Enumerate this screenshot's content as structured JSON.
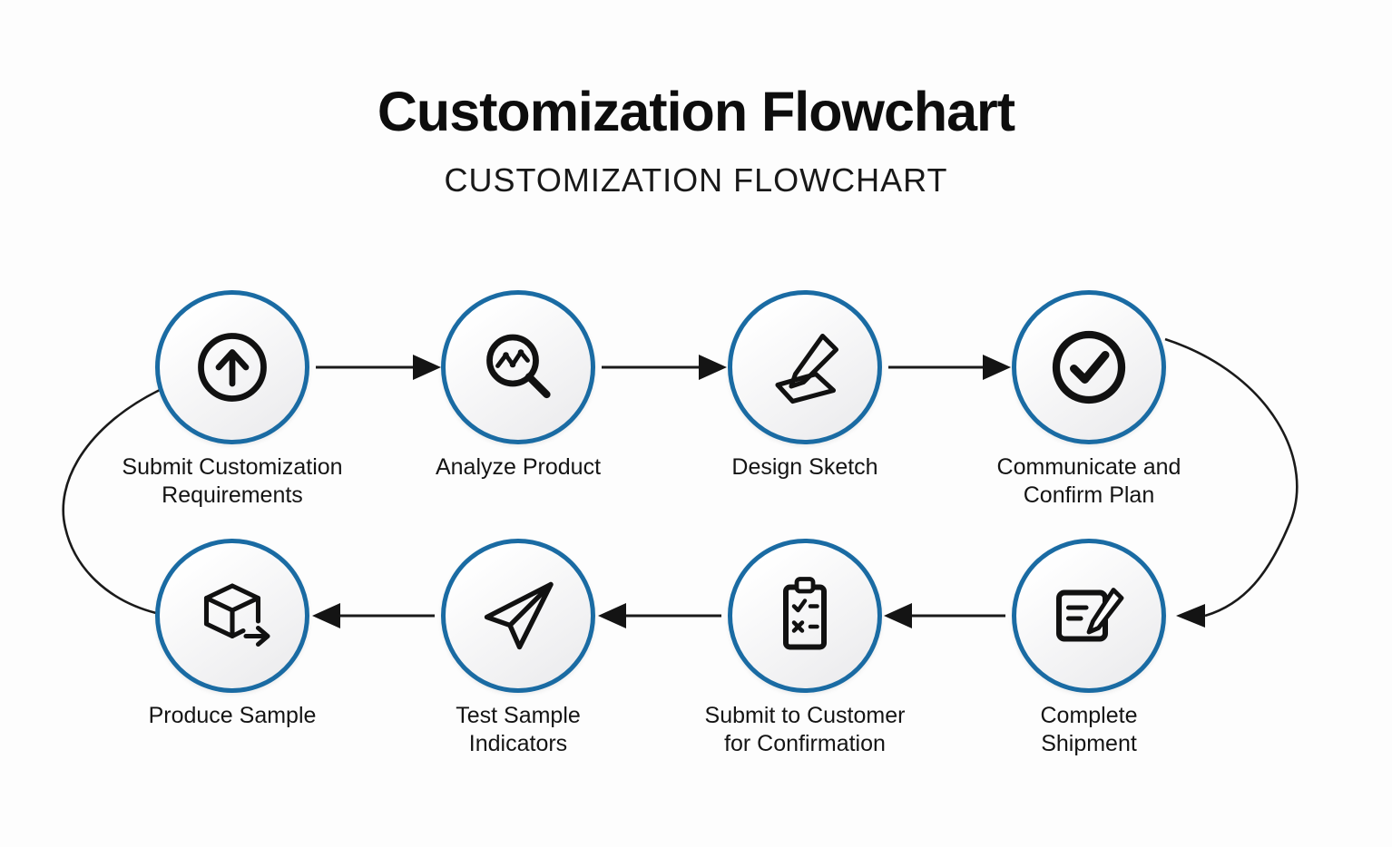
{
  "title": "Customization Flowchart",
  "subtitle": "CUSTOMIZATION FLOWCHART",
  "colors": {
    "circle_border": "#1a6ba3",
    "icon_stroke": "#111111",
    "arrow": "#1a1a1a",
    "background": "#fdfdfd"
  },
  "nodes": [
    {
      "id": "submit-requirements",
      "label": "Submit Customization\nRequirements",
      "icon": "upload-arrow-icon"
    },
    {
      "id": "analyze-product",
      "label": "Analyze Product",
      "icon": "magnifier-chart-icon"
    },
    {
      "id": "design-sketch",
      "label": "Design Sketch",
      "icon": "pencil-sketch-icon"
    },
    {
      "id": "communicate-confirm",
      "label": "Communicate and\nConfirm Plan",
      "icon": "check-circle-icon"
    },
    {
      "id": "complete-shipment",
      "label": "Complete\nShipment",
      "icon": "document-edit-icon"
    },
    {
      "id": "submit-to-customer",
      "label": "Submit to Customer\nfor Confirmation",
      "icon": "clipboard-checklist-icon"
    },
    {
      "id": "test-sample",
      "label": "Test Sample\nIndicators",
      "icon": "paper-plane-icon"
    },
    {
      "id": "produce-sample",
      "label": "Produce Sample",
      "icon": "package-box-icon"
    }
  ],
  "flow": [
    "Submit Customization Requirements",
    "Analyze Product",
    "Design Sketch",
    "Communicate and Confirm Plan",
    "Complete Shipment",
    "Submit to Customer for Confirmation",
    "Test Sample Indicators",
    "Produce Sample"
  ]
}
